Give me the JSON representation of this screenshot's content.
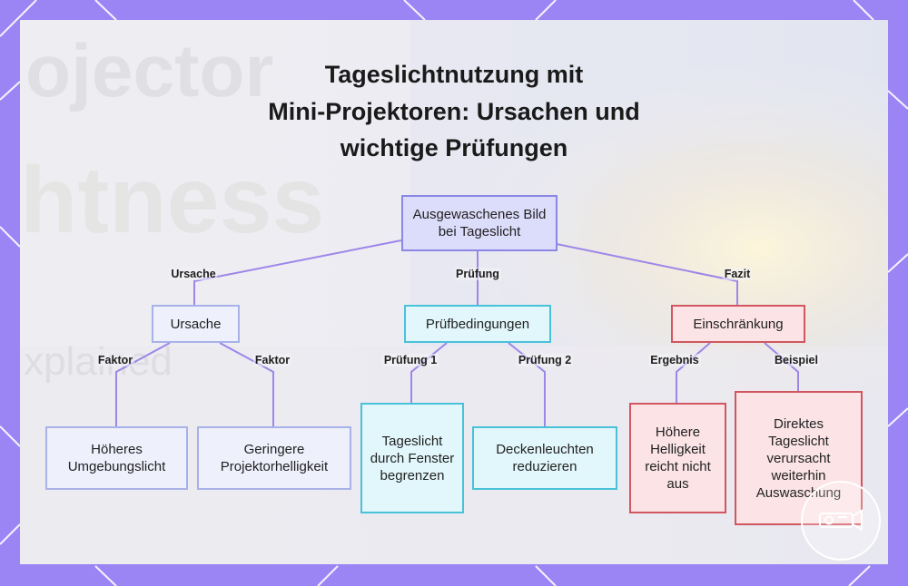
{
  "title_lines": [
    "Tageslichtnutzung mit",
    "Mini-Projektoren: Ursachen und",
    "wichtige Prüfungen"
  ],
  "nodes": {
    "root": "Ausgewaschenes Bild bei Tageslicht",
    "ursache": "Ursache",
    "pruefbedingungen": "Prüfbedingungen",
    "einschraenkung": "Einschränkung",
    "umgebungslicht": "Höheres Umgebungslicht",
    "projektorhelligkeit": "Geringere Projektorhelligkeit",
    "fenster": "Tageslicht durch Fenster begrenzen",
    "deckenleuchten": "Deckenleuchten reduzieren",
    "helligkeit": "Höhere Helligkeit reicht nicht aus",
    "auswaschung": "Direktes Tageslicht verursacht weiterhin Auswaschung"
  },
  "edge_labels": {
    "ursache": "Ursache",
    "pruefung": "Prüfung",
    "fazit": "Fazit",
    "faktor_1": "Faktor",
    "faktor_2": "Faktor",
    "pruefung_1": "Prüfung 1",
    "pruefung_2": "Prüfung 2",
    "ergebnis": "Ergebnis",
    "beispiel": "Beispiel"
  },
  "background_text": [
    "ojector",
    "htness",
    "xplained"
  ],
  "colors": {
    "frame": "#9b85f5",
    "root_fill": "#dcdcfb",
    "cause_fill": "#eef0fc",
    "check_fill": "#e2f7fb",
    "check_border": "#48c2d8",
    "limit_fill": "#fbe3e6",
    "limit_border": "#d2565f",
    "edge": "#9d86e8"
  },
  "watermark_icon": "projector-logo-icon"
}
